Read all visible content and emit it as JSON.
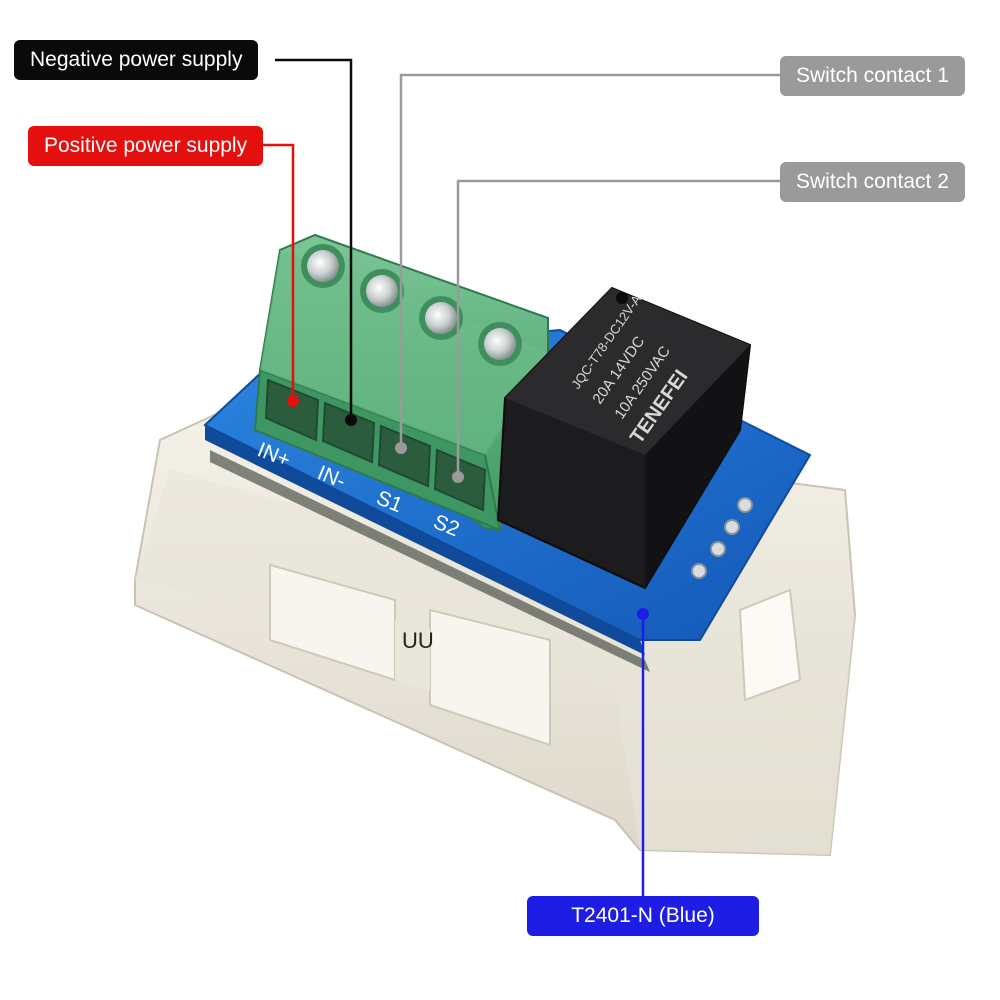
{
  "callouts": {
    "negative": {
      "text": "Negative power supply",
      "color": "#0a0a0a"
    },
    "positive": {
      "text": "Positive power supply",
      "color": "#e41010"
    },
    "switch1": {
      "text": "Switch contact 1",
      "color": "#9a9a9a"
    },
    "switch2": {
      "text": "Switch contact 2",
      "color": "#9a9a9a"
    },
    "model": {
      "text": "T2401-N (Blue)",
      "color": "#1d1de6"
    }
  },
  "board": {
    "pin_labels": [
      "IN+",
      "IN-",
      "S1",
      "S2"
    ]
  },
  "relay": {
    "markings": [
      "TENEFEI",
      "10A  250VAC",
      "20A  14VDC",
      "JQC-T78-DC12V-A"
    ]
  },
  "colors": {
    "terminal_block": "#5fb37e",
    "pcb": "#1d6fd0",
    "relay": "#1c1c1e",
    "housing": "#eeeadf"
  }
}
